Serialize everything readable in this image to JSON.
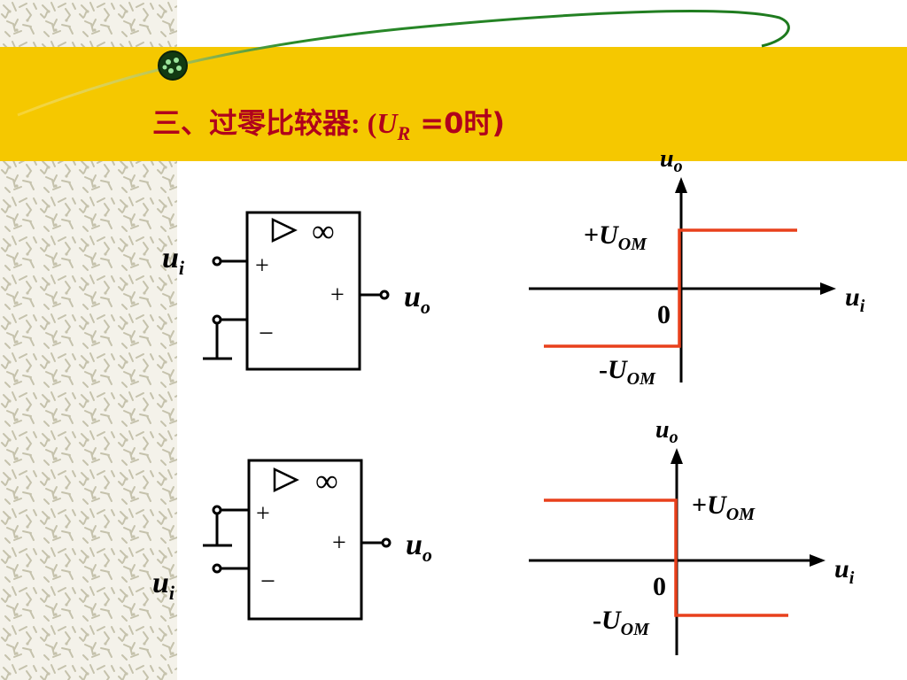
{
  "title": {
    "main": "三、过零比较器",
    "colon": ":",
    "paren_open": "(",
    "var": "U",
    "sub": "R",
    "cond": " =0时)"
  },
  "circuits": [
    {
      "infinity": "∞",
      "plus_in": "+",
      "minus_in": "−",
      "plus_out": "+",
      "input_var": "u",
      "input_sub": "i",
      "output_var": "u",
      "output_sub": "o"
    },
    {
      "infinity": "∞",
      "plus_in": "+",
      "minus_in": "−",
      "plus_out": "+",
      "input_var": "u",
      "input_sub": "i",
      "output_var": "u",
      "output_sub": "o"
    }
  ],
  "graphs": [
    {
      "y_var": "u",
      "y_sub": "o",
      "x_var": "u",
      "x_sub": "i",
      "origin": "0",
      "pos_prefix": "+",
      "pos_var": "U",
      "pos_sub": "OM",
      "neg_prefix": "-",
      "neg_var": "U",
      "neg_sub": "OM",
      "transition": "rising"
    },
    {
      "y_var": "u",
      "y_sub": "o",
      "x_var": "u",
      "x_sub": "i",
      "origin": "0",
      "pos_prefix": "+",
      "pos_var": "U",
      "pos_sub": "OM",
      "neg_prefix": "-",
      "neg_var": "U",
      "neg_sub": "OM",
      "transition": "falling"
    }
  ],
  "colors": {
    "banner": "#f5c800",
    "title_text": "#b0001c",
    "trace": "#e8401c",
    "line": "#000000",
    "swoosh": "#1e7a1e",
    "pattern": "#c8c8b4"
  }
}
